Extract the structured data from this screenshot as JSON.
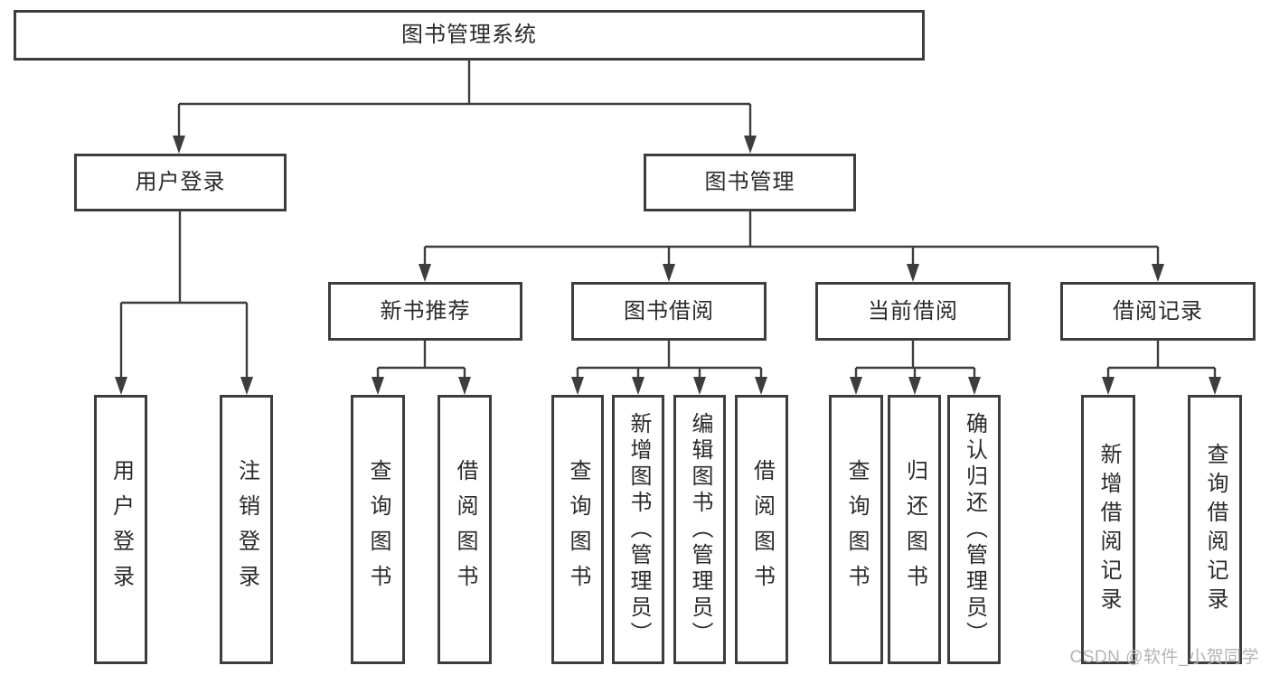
{
  "tree": {
    "root": {
      "label": "图书管理系统"
    },
    "branches": [
      {
        "label": "用户登录",
        "children": [
          {
            "label": "用户登录"
          },
          {
            "label": "注销登录"
          }
        ]
      },
      {
        "label": "图书管理",
        "groups": [
          {
            "label": "新书推荐",
            "children": [
              {
                "label": "查询图书"
              },
              {
                "label": "借阅图书"
              }
            ]
          },
          {
            "label": "图书借阅",
            "children": [
              {
                "label": "查询图书"
              },
              {
                "label": "新增图书（管理员）"
              },
              {
                "label": "编辑图书（管理员）"
              },
              {
                "label": "借阅图书"
              }
            ]
          },
          {
            "label": "当前借阅",
            "children": [
              {
                "label": "查询图书"
              },
              {
                "label": "归还图书"
              },
              {
                "label": "确认归还（管理员）"
              }
            ]
          },
          {
            "label": "借阅记录",
            "children": [
              {
                "label": "新增借阅记录"
              },
              {
                "label": "查询借阅记录"
              }
            ]
          }
        ]
      }
    ]
  },
  "watermark": {
    "text": "CSDN @软件_小贺同学"
  },
  "colors": {
    "line": "#3d3d3d",
    "box_border": "#3d3d3d",
    "text": "#2a2a2a",
    "watermark": "#b3b3b3",
    "background": "#ffffff"
  }
}
